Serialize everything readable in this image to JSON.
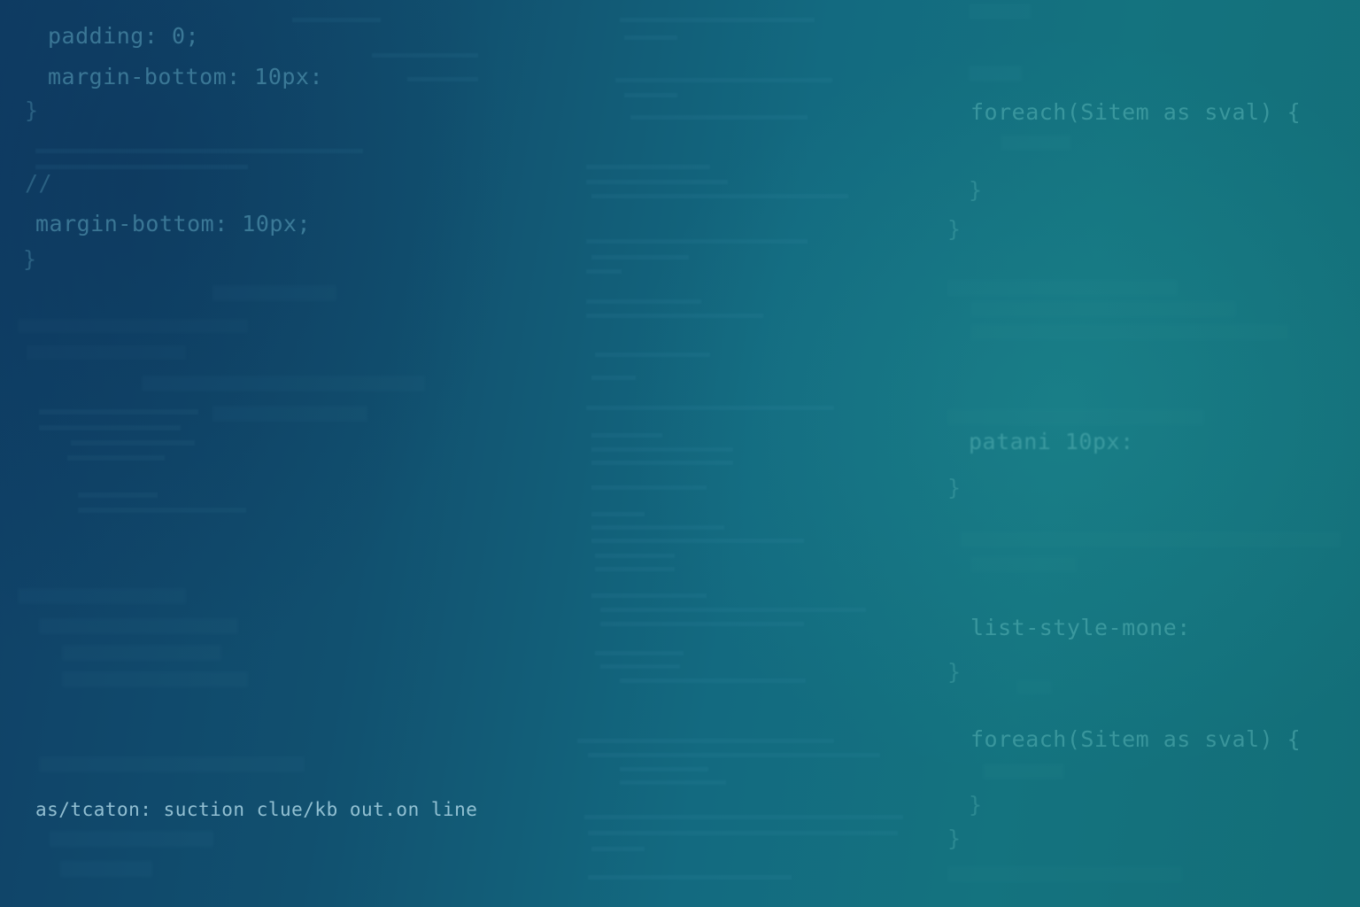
{
  "left_code": [
    "padding: 0;",
    "margin-bottom: 10px:",
    "}",
    "//",
    "margin-bottom: 10px;",
    "}",
    "as/tcaton: suction clue/kb out.on line"
  ],
  "right_code": [
    "foreach(Sitem as sval) {",
    "}",
    "}",
    "patani 10px:",
    "}",
    "list-style-mone:",
    "}",
    "foreach(Sitem as sval) {",
    "}",
    "}"
  ]
}
